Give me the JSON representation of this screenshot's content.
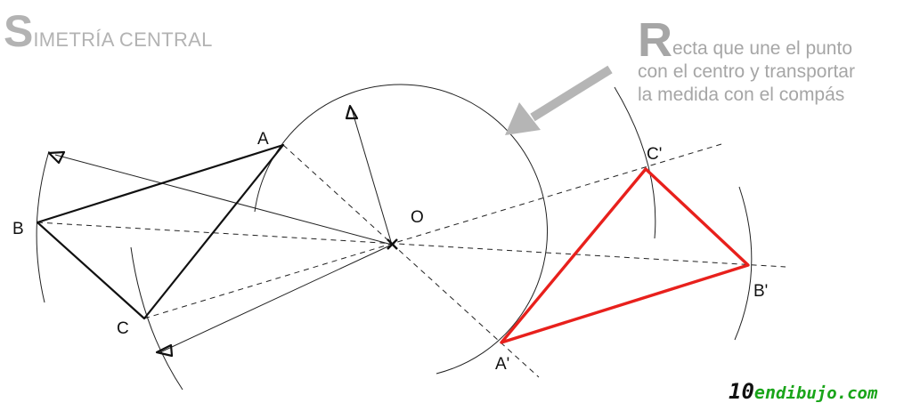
{
  "title": {
    "initial": "S",
    "rest": "IMETRÍA CENTRAL"
  },
  "note": {
    "initial": "R",
    "line1_rest": "ecta que une el punto",
    "line2": "con el centro y transportar",
    "line3": "la medida con el compás"
  },
  "points": {
    "A": "A",
    "B": "B",
    "C": "C",
    "O": "O",
    "A_prime": "A'",
    "B_prime": "B'",
    "C_prime": "C'"
  },
  "brand": {
    "part1": "10",
    "part2": "en",
    "part3": "dibujo.com"
  },
  "colors": {
    "title": "#b3b3b3",
    "note": "#a6a6a6",
    "original_triangle": "#111111",
    "symmetric_triangle": "#e8201c",
    "construction": "#222222",
    "arrow": "#b5b5b5",
    "brand_dark": "#111111",
    "brand_green": "#1aa51a"
  },
  "icons": [
    "center-cross-icon",
    "compass-arrowhead-icon",
    "hint-arrow-icon"
  ]
}
